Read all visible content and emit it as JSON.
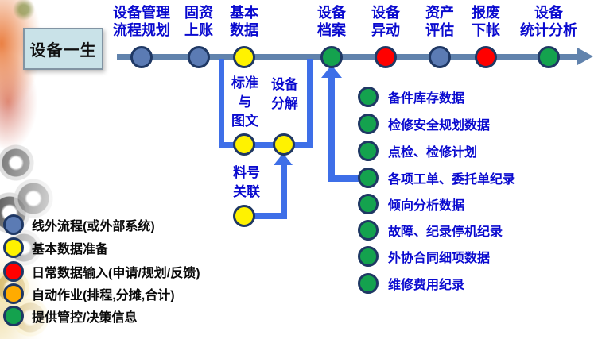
{
  "title_box": {
    "label": "设备一生"
  },
  "colors": {
    "navy_border": "#1F3864",
    "timeline": "#6183AD",
    "arrow_blue": "#3E6FE8",
    "label_blue": "#0A0ACF",
    "offline_slate": "#5B7BB4",
    "basic_yellow": "#FFF200",
    "daily_red": "#FF0000",
    "auto_orange": "#FFAB00",
    "control_green": "#14A24E",
    "title_box_bg": "#C9E2E8"
  },
  "timeline": {
    "stops": [
      {
        "label": "设备管理\n流程规划",
        "type": "offline"
      },
      {
        "label": "固资\n上账",
        "type": "offline"
      },
      {
        "label": "基本\n数据",
        "type": "basic"
      },
      {
        "label": "设备\n档案",
        "type": "control"
      },
      {
        "label": "设备\n异动",
        "type": "daily"
      },
      {
        "label": "资产\n评估",
        "type": "offline"
      },
      {
        "label": "报废\n下帐",
        "type": "daily"
      },
      {
        "label": "设备\n统计分析",
        "type": "control"
      }
    ]
  },
  "basic_data_branch": {
    "box_items": [
      {
        "label": "标准\n与\n图文"
      },
      {
        "label": "设备\n分解"
      }
    ],
    "sub_item": {
      "label": "料号\n关联"
    }
  },
  "right_list": {
    "items": [
      {
        "label": "备件库存数据"
      },
      {
        "label": "检修安全规划数据"
      },
      {
        "label": "点检、检修计划"
      },
      {
        "label": "各项工单、委托单纪录"
      },
      {
        "label": "倾向分析数据"
      },
      {
        "label": "故障、纪录停机纪录"
      },
      {
        "label": "外协合同细项数据"
      },
      {
        "label": "维修费用纪录"
      }
    ]
  },
  "legend": {
    "items": [
      {
        "label": "线外流程(或外部系统)",
        "color": "#5B7BB4"
      },
      {
        "label": "基本数据准备",
        "color": "#FFF200"
      },
      {
        "label": "日常数据输入(申请/规划/反馈)",
        "color": "#FF0000"
      },
      {
        "label": "自动作业(排程,分摊,合计)",
        "color": "#FFAB00"
      },
      {
        "label": "提供管控/决策信息",
        "color": "#14A24E"
      }
    ]
  }
}
